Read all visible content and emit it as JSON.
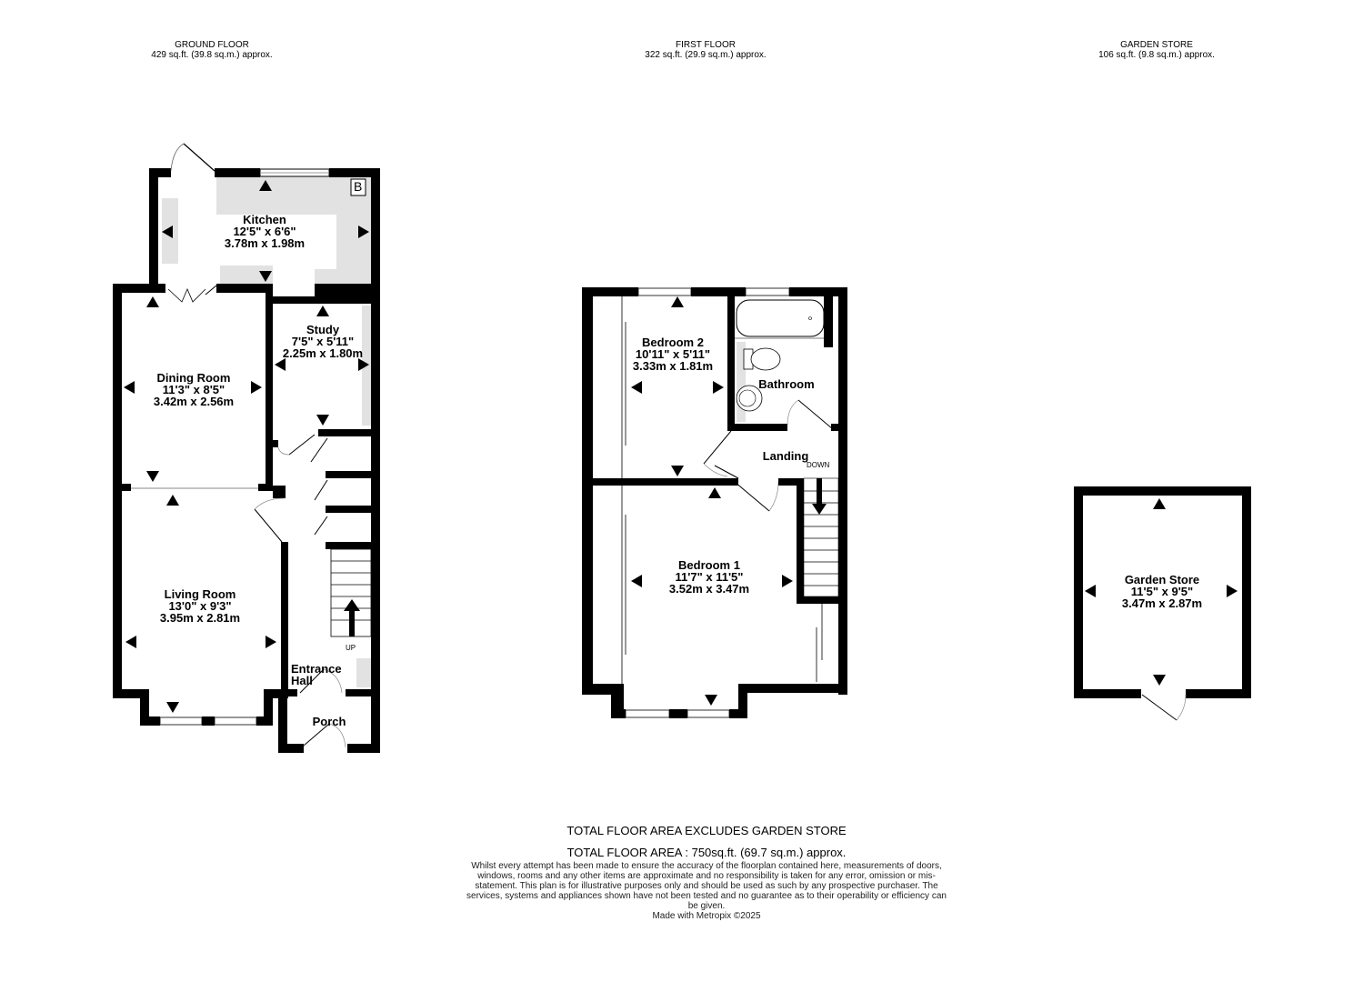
{
  "floors": [
    {
      "name": "GROUND FLOOR",
      "area": "429 sq.ft. (39.8 sq.m.) approx."
    },
    {
      "name": "FIRST FLOOR",
      "area": "322 sq.ft. (29.9 sq.m.) approx."
    },
    {
      "name": "GARDEN STORE",
      "area": "106 sq.ft. (9.8 sq.m.) approx."
    }
  ],
  "rooms": {
    "kitchen": {
      "name": "Kitchen",
      "imperial": "12'5\"  x 6'6\"",
      "metric": "3.78m  x 1.98m"
    },
    "dining": {
      "name": "Dining Room",
      "imperial": "11'3\"  x 8'5\"",
      "metric": "3.42m  x 2.56m"
    },
    "study": {
      "name": "Study",
      "imperial": "7'5\"  x 5'11\"",
      "metric": "2.25m  x 1.80m"
    },
    "living": {
      "name": "Living Room",
      "imperial": "13'0\"  x 9'3\"",
      "metric": "3.95m  x 2.81m"
    },
    "entrance": {
      "name": "Entrance Hall"
    },
    "porch": {
      "name": "Porch"
    },
    "bedroom2": {
      "name": "Bedroom 2",
      "imperial": "10'11\"  x 5'11\"",
      "metric": "3.33m  x 1.81m"
    },
    "bathroom": {
      "name": "Bathroom"
    },
    "landing": {
      "name": "Landing"
    },
    "bedroom1": {
      "name": "Bedroom 1",
      "imperial": "11'7\"  x 11'5\"",
      "metric": "3.52m  x 3.47m"
    },
    "garden_store": {
      "name": "Garden Store",
      "imperial": "11'5\"  x 9'5\"",
      "metric": "3.47m  x 2.87m"
    }
  },
  "markers": {
    "boiler": "B",
    "stairs_up": "UP",
    "stairs_down": "DOWN"
  },
  "footer": {
    "note": "TOTAL FLOOR AREA EXCLUDES GARDEN STORE",
    "total": "TOTAL FLOOR AREA : 750sq.ft. (69.7 sq.m.) approx.",
    "disclaimer": "Whilst every attempt has been made to ensure the accuracy of the floorplan contained here, measurements of doors, windows, rooms and any other items are approximate and no responsibility is taken for any error, omission or mis-statement. This plan is for illustrative purposes only and should be used as such by any prospective purchaser. The services, systems and appliances shown have not been tested and no guarantee as to their operability or efficiency can be given.",
    "credit": "Made with Metropix ©2025"
  },
  "colors": {
    "wall": "#000000",
    "fixture_fill": "#e2e2e2",
    "background": "#ffffff"
  }
}
